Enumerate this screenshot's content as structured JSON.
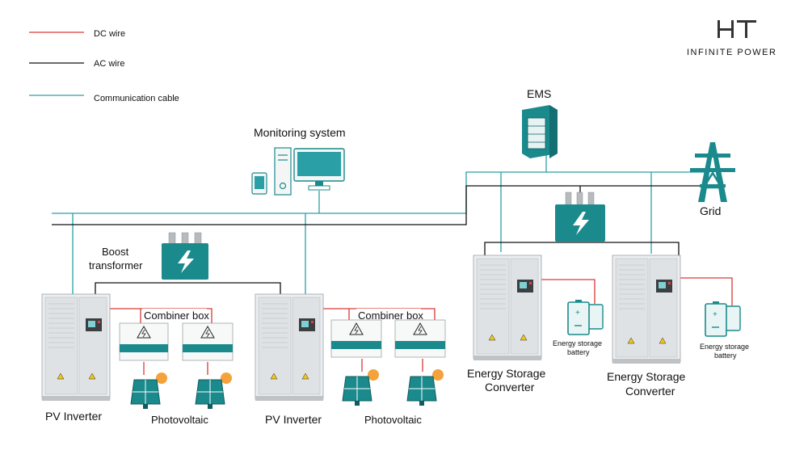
{
  "legend": {
    "items": [
      {
        "label": "DC wire",
        "color": "#d93a36"
      },
      {
        "label": "AC wire",
        "color": "#111111"
      },
      {
        "label": "Communication cable",
        "color": "#2aa0a6"
      }
    ]
  },
  "brand": {
    "logo_text": "HT",
    "tagline": "INFINITE POWER"
  },
  "labels": {
    "ems": "EMS",
    "monitoring": "Monitoring system",
    "grid": "Grid",
    "boost_line1": "Boost",
    "boost_line2": "transformer",
    "combiner_left": "Combiner box",
    "combiner_right": "Combiner box",
    "pv_inverter_left": "PV Inverter",
    "pv_inverter_right": "PV Inverter",
    "photovoltaic_left": "Photovoltaic",
    "photovoltaic_right": "Photovoltaic",
    "esc_left_line1": "Energy Storage",
    "esc_left_line2": "Converter",
    "esc_right_line1": "Energy Storage",
    "esc_right_line2": "Converter",
    "battery_left_line1": "Energy storage",
    "battery_left_line2": "battery",
    "battery_right_line1": "Energy storage",
    "battery_right_line2": "battery"
  },
  "colors": {
    "teal": "#1a8a8c",
    "dc": "#d93a36",
    "ac": "#111111",
    "comm": "#2aa0a6",
    "sun": "#f4a23c"
  },
  "icons": [
    "lightning-icon",
    "warning-triangle-icon",
    "solar-panel-icon",
    "sun-icon",
    "battery-icon",
    "transmission-tower-icon",
    "server-rack-icon",
    "monitor-icon",
    "tablet-icon",
    "desktop-tower-icon"
  ]
}
